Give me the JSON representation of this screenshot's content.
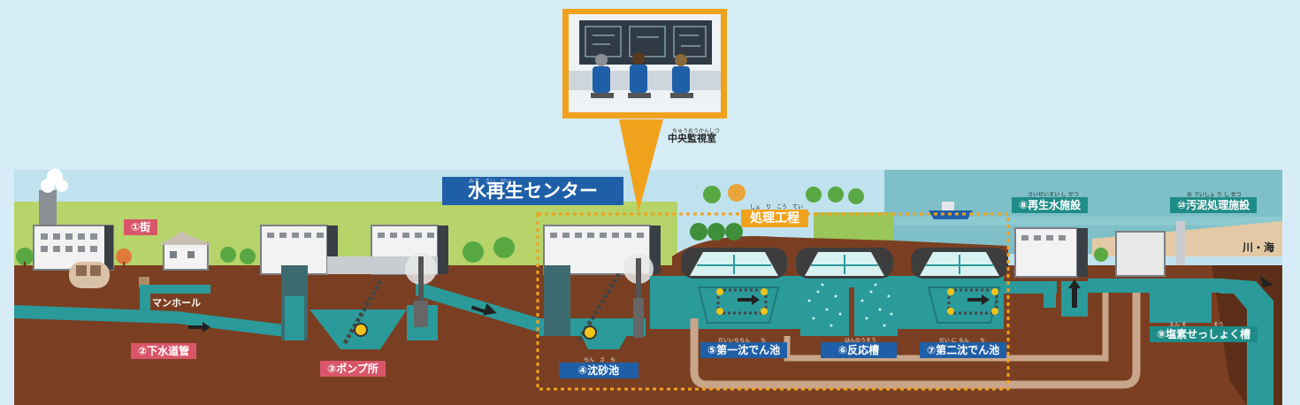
{
  "center": {
    "title": "水再生センター",
    "ruby": "みず　さい　せい"
  },
  "control_room": {
    "label": "中央監視室",
    "ruby": "ちゅうおうかんしつ"
  },
  "process_banner": {
    "label": "処理工程",
    "ruby": "しょ　り　こう　てい"
  },
  "labels": {
    "town": "①街",
    "manhole": "マンホール",
    "sewer": "②下水道管",
    "pump": "③ポンプ所",
    "grit": "④沈砂池",
    "grit_ruby": "ちん　さ　ち",
    "primary": "⑤第一沈でん池",
    "primary_ruby": "だいいちちん　　ち",
    "reactor": "⑥反応槽",
    "reactor_ruby": "はんのうそう",
    "secondary": "⑦第二沈でん池",
    "secondary_ruby": "だい に ちん　　ち",
    "reclaimed": "⑧再生水施設",
    "reclaimed_ruby": "さいせいすい し せつ",
    "chlorine": "⑨塩素せっしょく槽",
    "chlorine_ruby": "えん そ　　　　　そう",
    "sludge": "⑩汚泥処理施設",
    "sludge_ruby": "お でいしょ り し せつ",
    "river": "川・海"
  },
  "colors": {
    "sky": "#d6ecf6",
    "ground": "#7a3f22",
    "water": "#2b9a9a",
    "grass": "#b6d46a",
    "orange": "#f0a21c",
    "blue_tag": "#1f5fa8",
    "pink_tag": "#d9566a"
  }
}
